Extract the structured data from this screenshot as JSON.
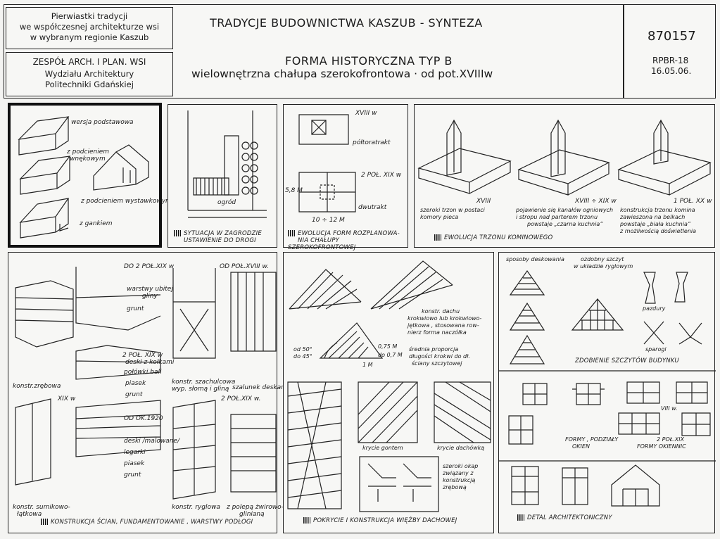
{
  "header": {
    "box1": [
      "Pierwiastki tradycji",
      "we współczesnej architekturze wsi",
      "w wybranym regionie Kaszub"
    ],
    "box2": [
      "ZESPÓŁ ARCH. I PLAN. WSI",
      "Wydziału Architektury",
      "Politechniki Gdańskiej"
    ],
    "title": "TRADYCJE   BUDOWNICTWA  KASZUB   -  SYNTEZA",
    "subtitle": "FORMA  HISTORYCZNA        TYP  B",
    "subtitle2": "wielownętrzna  chałupa  szerokofrontowa · od pot.XVIIIw",
    "code": "870157",
    "ref": "RPBR-18",
    "date": "16.05.06."
  },
  "panel_houses": {
    "labels": [
      "wersja podstawowa",
      "z podcieniem",
      "wnękowym",
      "z podcieniem wystawkowym",
      "z gankiem"
    ]
  },
  "panel_situation": {
    "labels": [
      "ogród"
    ],
    "caption": [
      "SYTUACJA W ZAGRODZIE",
      "USTAWIENIE DO DROGI"
    ]
  },
  "panel_evolution": {
    "labels": [
      "XVIII w",
      "półtoratrakt",
      "2 POŁ. XIX w",
      "dwutrakt",
      "5,8 M",
      "10 ÷ 12 M"
    ],
    "caption": [
      "EWOLUCJA  FORM  ROZPLANOWA-",
      "NIA CHAŁUPY SZEROKOFRONTOWEJ"
    ]
  },
  "panel_chimney": {
    "labels": [
      "XVIII",
      "XVIII ÷ XIX w",
      "1 POŁ. XX w"
    ],
    "notes": [
      [
        "szeroki trzon w postaci",
        "komory pieca"
      ],
      [
        "pojawienie się kanałów ogniowych",
        "i stropu nad parterem trzonu",
        "powstaje „czarna kuchnia”"
      ],
      [
        "konstrukcja trzonu komina",
        "zawieszona na belkach",
        "powstaje „biała kuchnia”",
        "z możliwością doświetlenia"
      ]
    ],
    "caption": "EWOLUCJA  TRZONU KOMINOWEGO"
  },
  "panel_walls": {
    "labels": [
      "DO 2 POŁ.XIX w",
      "warstwy ubitej",
      "gliny",
      "grunt",
      "konstr.zrębowa",
      "2 POŁ. XIX w",
      "deski z kołkami",
      "połówki bali",
      "piasek",
      "grunt",
      "OD POŁ.XVIII w.",
      "konstr. szachulcowa",
      "wyp. słomą i gliną",
      "szalunek deskami",
      "XIX w",
      "OD OK.1920",
      "deski /malowane/",
      "legarki",
      "piasek",
      "grunt",
      "2 POŁ.XIX w.",
      "konstr. sumikowo-",
      "łątkowa",
      "konstr. ryglowa",
      "z polepą żwirowo-",
      "glinianą"
    ],
    "caption": "KONSTRUKCJA ŚCIAN, FUNDAMENTOWANIE , WARSTWY PODŁOGI"
  },
  "panel_roof": {
    "labels": [
      "konstr. dachu",
      "krokwiowo lub krokwiowo-",
      "jętkowa , stosowana row-",
      "nierz forma naczółka",
      "od 50°",
      "do 45°",
      "0,75 M",
      "do 0,7 M",
      "1 M",
      "średnia proporcja",
      "długości krokwi do dł.",
      "ściany szczytowej",
      "krycie gontem",
      "krycie dachówką",
      "szeroki okap",
      "związany z",
      "konstrukcją",
      "zrębową"
    ],
    "caption": "POKRYCIE I KONSTRUKCJA WIĘŹBY DACHOWEJ"
  },
  "panel_gables": {
    "labels": [
      "sposoby deskowania",
      "ozdobny szczyt",
      "w układzie ryglowym",
      "pazdury",
      "sparogi"
    ],
    "caption": "ZDOBIENIE  SZCZYTÓW  BUDYNKU"
  },
  "panel_windows": {
    "labels": [
      "VIII w.",
      "2 POŁ.XIX",
      "FORMY , PODZIAŁY",
      "OKIEN",
      "FORMY  OKIENNIC"
    ]
  },
  "panel_detail": {
    "caption": "DETAL ARCHITEKTONICZNY"
  }
}
